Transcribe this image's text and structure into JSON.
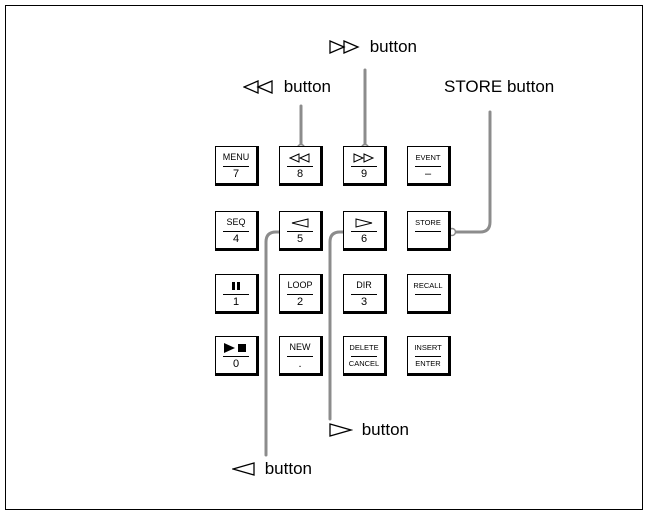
{
  "callouts": {
    "ff": " button",
    "rew": " button",
    "store": "STORE button",
    "right": " button",
    "left": " button"
  },
  "keys": {
    "menu_7": {
      "top": "MENU",
      "bottom": "7"
    },
    "rew_8": {
      "top": "",
      "bottom": "8"
    },
    "ff_9": {
      "top": "",
      "bottom": "9"
    },
    "event": {
      "top": "EVENT",
      "bottom": "–"
    },
    "seq_4": {
      "top": "SEQ",
      "bottom": "4"
    },
    "left_5": {
      "top": "",
      "bottom": "5"
    },
    "right_6": {
      "top": "",
      "bottom": "6"
    },
    "store": {
      "top": "STORE",
      "bottom": ""
    },
    "pause_1": {
      "top": "",
      "bottom": "1"
    },
    "loop_2": {
      "top": "LOOP",
      "bottom": "2"
    },
    "dir_3": {
      "top": "DIR",
      "bottom": "3"
    },
    "recall": {
      "top": "RECALL",
      "bottom": ""
    },
    "play_0": {
      "top": "",
      "bottom": "0"
    },
    "new": {
      "top": "NEW",
      "bottom": "."
    },
    "delete": {
      "top": "DELETE",
      "bottom": "CANCEL"
    },
    "insert": {
      "top": "INSERT",
      "bottom": "ENTER"
    }
  },
  "colors": {
    "leader_line": "#8c8c8c",
    "key_border": "#000000"
  },
  "icons": [
    "rewind-icon",
    "fast-forward-icon",
    "left-triangle-icon",
    "right-triangle-icon",
    "pause-icon",
    "play-stop-icon"
  ]
}
